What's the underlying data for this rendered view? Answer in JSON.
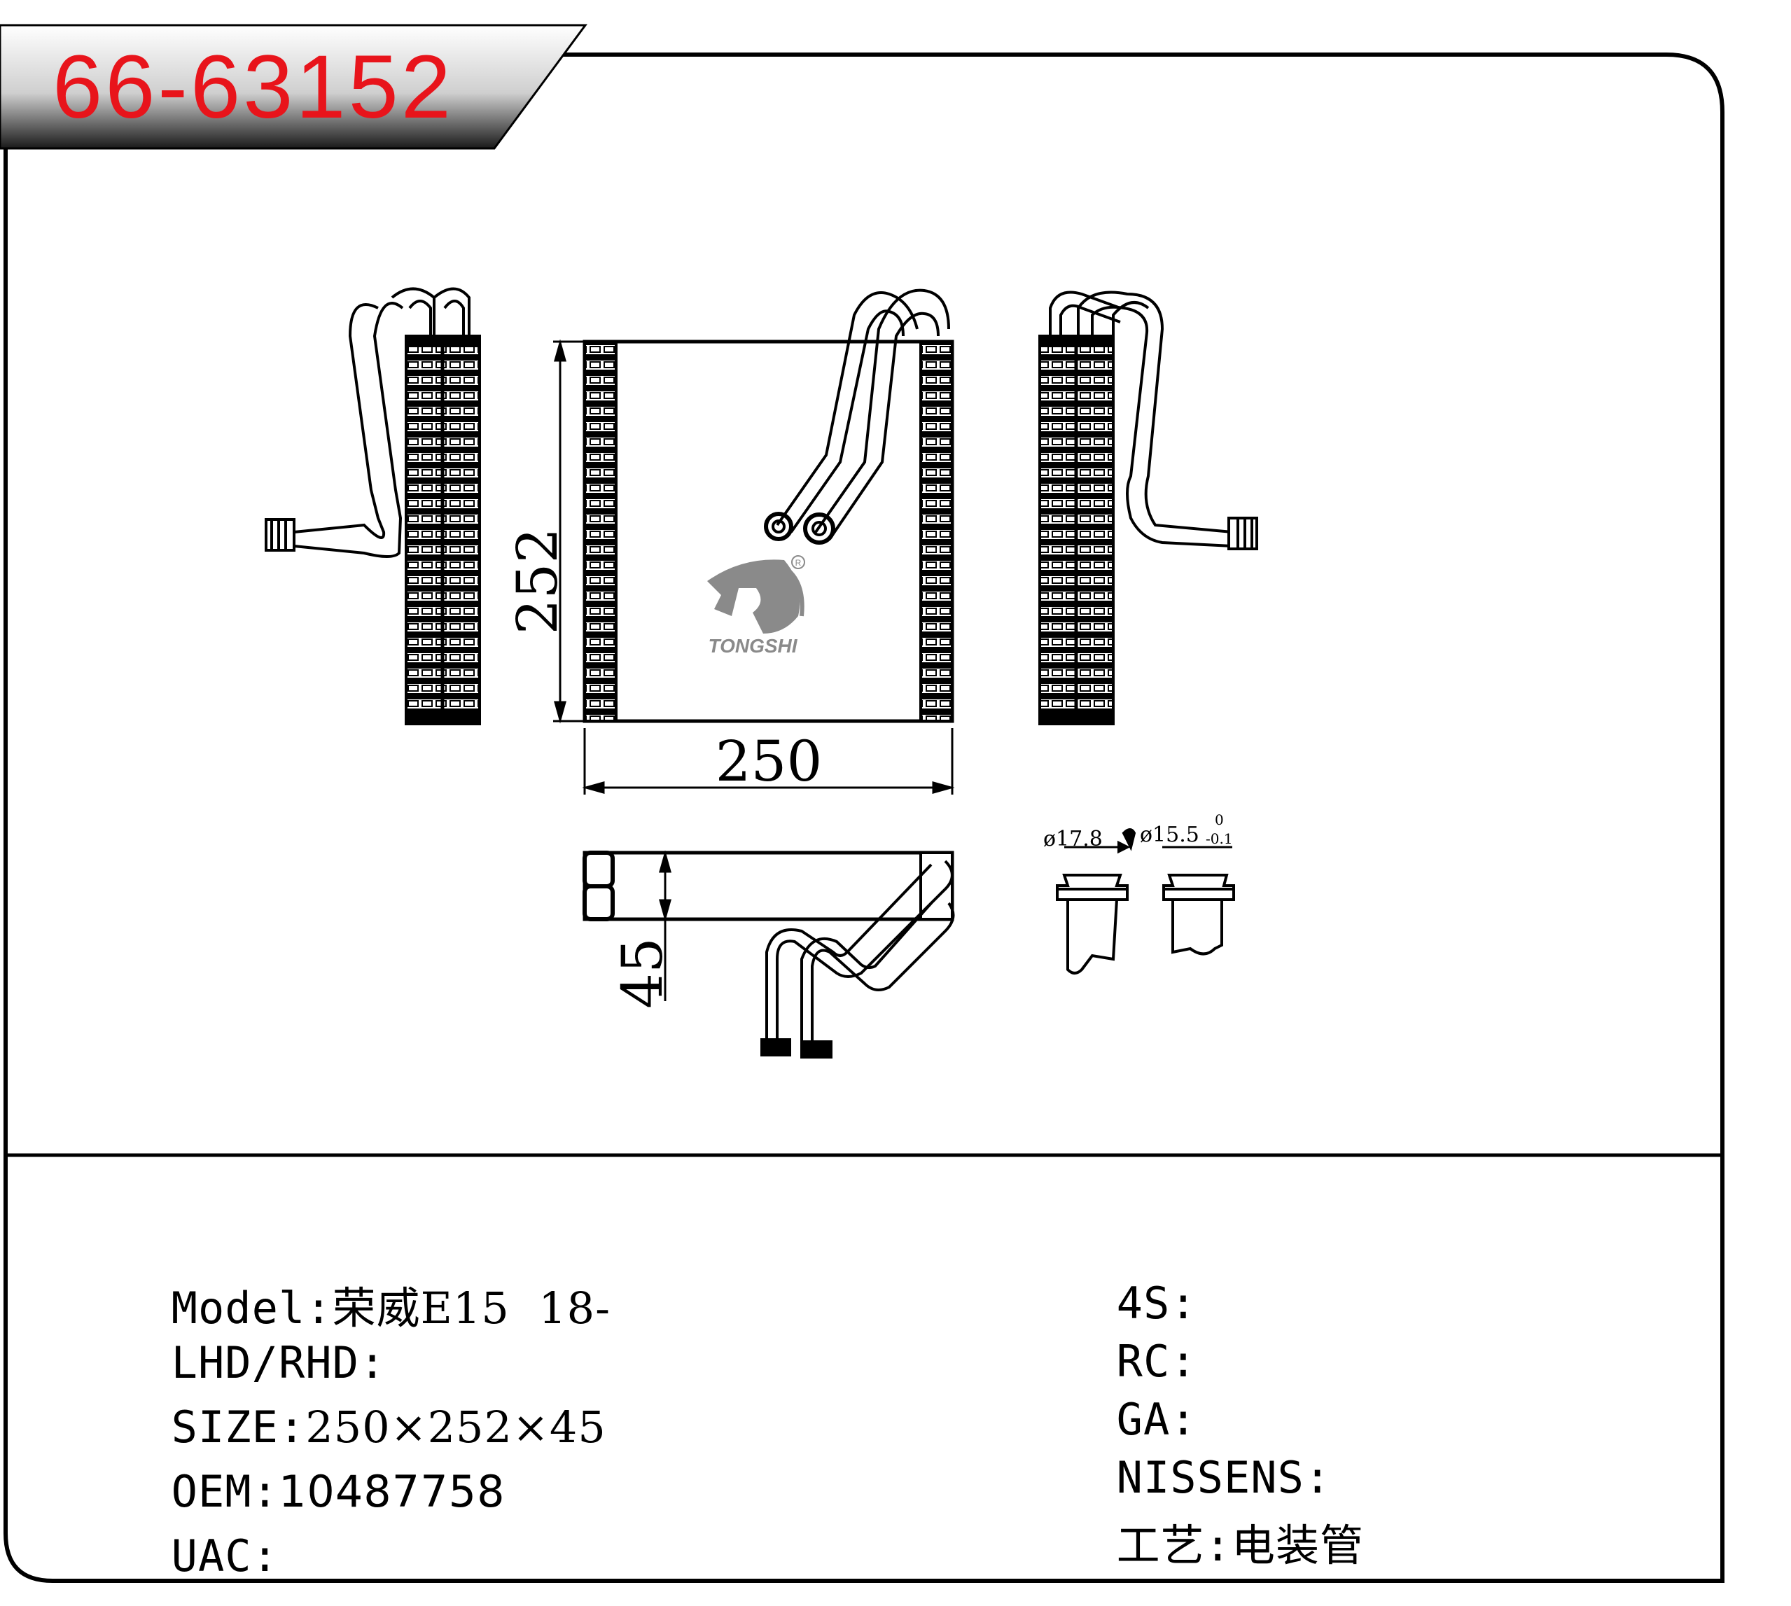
{
  "header": {
    "part_number": "66-63152"
  },
  "drawing": {
    "dim_height": "252",
    "dim_width": "250",
    "dim_depth": "45",
    "fitting_left_dia": "ø17.8",
    "fitting_right_dia": "ø15.5",
    "tolerance_upper": "0",
    "tolerance_lower": "-0.1",
    "logo_text": "TONGSHI",
    "registered_mark": "R"
  },
  "specs_left": [
    {
      "label": "Model:",
      "value": "荣威E15  18-"
    },
    {
      "label": "LHD/RHD:",
      "value": ""
    },
    {
      "label": "SIZE:",
      "value": "250×252×45"
    },
    {
      "label": "OEM:",
      "value": "10487758"
    },
    {
      "label": "UAC:",
      "value": ""
    }
  ],
  "specs_right": [
    {
      "label": "4S:",
      "value": ""
    },
    {
      "label": "RC:",
      "value": ""
    },
    {
      "label": "GA:",
      "value": ""
    },
    {
      "label": "NISSENS:",
      "value": ""
    },
    {
      "label": "工艺:",
      "value": "电装管"
    }
  ],
  "colors": {
    "part_number": "#e8141b",
    "line": "#000000",
    "logo_gray": "#8a8a8a"
  }
}
